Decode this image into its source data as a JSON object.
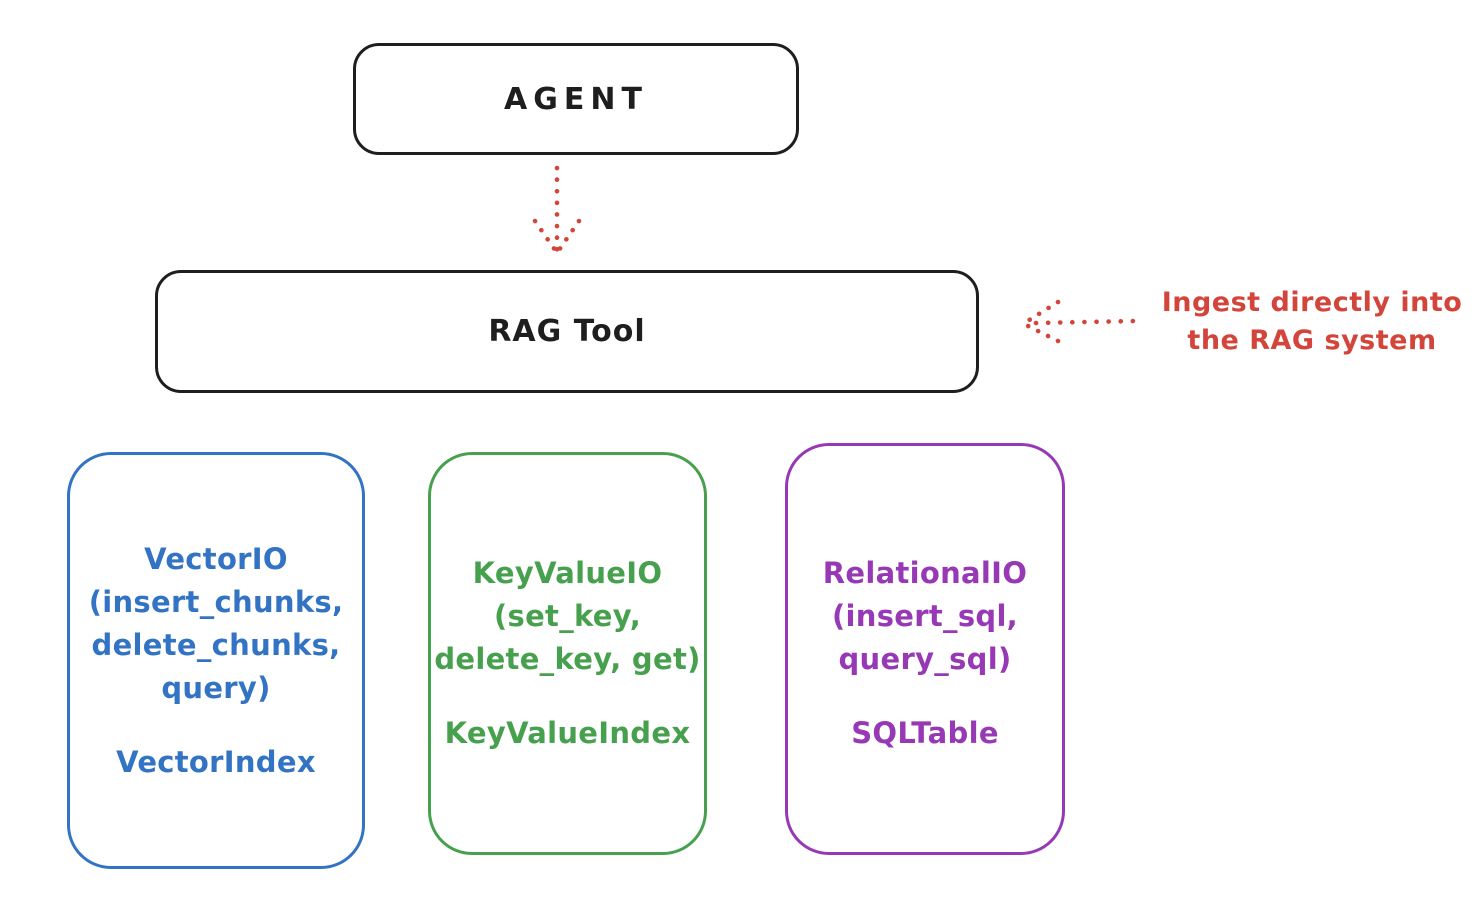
{
  "diagram": {
    "agent": {
      "label": "AGENT"
    },
    "rag_tool": {
      "label": "RAG Tool"
    },
    "annotation": {
      "line1": "Ingest directly into",
      "line2": "the RAG system"
    },
    "backends": [
      {
        "name": "vector-io",
        "color": "#3373c4",
        "io_lines": [
          "VectorIO",
          "(insert_chunks,",
          "delete_chunks,",
          "query)"
        ],
        "index_label": "VectorIndex"
      },
      {
        "name": "keyvalue-io",
        "color": "#47a04e",
        "io_lines": [
          "KeyValueIO",
          "(set_key,",
          "delete_key, get)"
        ],
        "index_label": "KeyValueIndex"
      },
      {
        "name": "relational-io",
        "color": "#9739b5",
        "io_lines": [
          "RelationalIO",
          "(insert_sql,",
          "query_sql)"
        ],
        "index_label": "SQLTable"
      }
    ],
    "colors": {
      "stroke": "#1e1e1e",
      "arrow_red": "#d3453a",
      "background": "#ffffff"
    }
  }
}
